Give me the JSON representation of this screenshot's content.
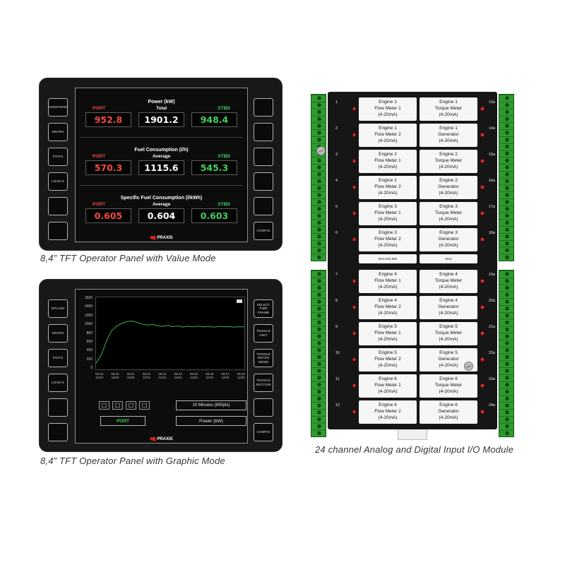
{
  "captions": {
    "panel_value": "8,4” TFT Operator Panel with Value Mode",
    "panel_graphic": "8,4” TFT Operator Panel with Graphic Mode",
    "io_module": "24 channel Analog and Digital Input I/O Module"
  },
  "value_panel": {
    "left_buttons": [
      "OVERVIEW",
      "GRAPH",
      "STATS",
      "LOAD-S",
      "",
      ""
    ],
    "right_buttons": [
      "",
      "",
      "",
      "",
      "",
      "CONFIG"
    ],
    "sections": [
      {
        "title": "Power (kW)",
        "cols": [
          "PORT",
          "Total",
          "STBD"
        ],
        "values": [
          "952.8",
          "1901.2",
          "948.4"
        ]
      },
      {
        "title": "Fuel Consumption (l/h)",
        "cols": [
          "PORT",
          "Average",
          "STBD"
        ],
        "values": [
          "570.3",
          "1115.6",
          "545.3"
        ]
      },
      {
        "title": "Specific Fuel Consumption (l/kWh)",
        "cols": [
          "PORT",
          "Average",
          "STBD"
        ],
        "values": [
          "0.605",
          "0.604",
          "0.603"
        ]
      }
    ],
    "logo": "PRAXIS"
  },
  "graphic_panel": {
    "left_buttons": [
      "SPLASH",
      "GRAPH",
      "STATS",
      "LOAD-S",
      "",
      ""
    ],
    "right_buttons": [
      "SELECT TIME FRAME",
      "TOGGLE UNIT",
      "TOGGLE GRAPH MODE",
      "TOGGLE SECTION",
      "",
      "CONFIG"
    ],
    "timeframe_label": "10 Minutes (600pts)",
    "source_label": "PORT",
    "unit_label": "Power (kW)",
    "logo": "PRAXIS"
  },
  "chart_data": {
    "type": "line",
    "title": "",
    "xlabel": "",
    "ylabel": "",
    "ylim": [
      0,
      1600
    ],
    "grid": false,
    "legend_position": "none",
    "yticks": [
      1600,
      1400,
      1200,
      1000,
      800,
      600,
      400,
      200,
      0
    ],
    "x": [
      {
        "time": "09:19",
        "date": "11/04"
      },
      {
        "time": "09:20",
        "date": "11/04"
      },
      {
        "time": "09:21",
        "date": "11/04"
      },
      {
        "time": "09:22",
        "date": "11/04"
      },
      {
        "time": "09:23",
        "date": "11/04"
      },
      {
        "time": "09:24",
        "date": "11/04"
      },
      {
        "time": "09:25",
        "date": "11/04"
      },
      {
        "time": "09:26",
        "date": "11/04"
      },
      {
        "time": "09:27",
        "date": "11/04"
      },
      {
        "time": "09:28",
        "date": "11/04"
      }
    ],
    "series": [
      {
        "name": "Power (kW)",
        "color": "#3fae4f",
        "values": [
          140,
          320,
          620,
          850,
          960,
          1020,
          1060,
          1075,
          1045,
          1005,
          985,
          1000,
          970,
          955,
          975,
          950,
          965,
          940,
          958,
          946,
          960,
          944,
          952,
          938,
          955,
          945,
          950,
          940,
          948,
          944
        ]
      }
    ]
  },
  "io_module": {
    "part_numbers": [
      "98.6.034.800",
      "X011"
    ],
    "rows": [
      {
        "lch": "1",
        "rch": "13a",
        "left": [
          "Engine 1",
          "Flow Meter 1",
          "(4-20mA)"
        ],
        "right": [
          "Engine 1",
          "Torque Meter",
          "(4-20mA)"
        ]
      },
      {
        "lch": "2",
        "rch": "14a",
        "left": [
          "Engine 1",
          "Flow Meter 2",
          "(4-20mA)"
        ],
        "right": [
          "Engine 1",
          "Generator",
          "(4-20mA)"
        ]
      },
      {
        "lch": "3",
        "rch": "15a",
        "left": [
          "Engine 2",
          "Flow Meter 1",
          "(4-20mA)"
        ],
        "right": [
          "Engine 2",
          "Torque Meter",
          "(4-20mA)"
        ]
      },
      {
        "lch": "4",
        "rch": "16a",
        "left": [
          "Engine 2",
          "Flow Meter 2",
          "(4-20mA)"
        ],
        "right": [
          "Engine 2",
          "Generator",
          "(4-20mA)"
        ]
      },
      {
        "lch": "5",
        "rch": "17a",
        "left": [
          "Engine 3",
          "Flow Meter 1",
          "(4-20mA)"
        ],
        "right": [
          "Engine 3",
          "Torque Meter",
          "(4-20mA)"
        ]
      },
      {
        "lch": "6",
        "rch": "18a",
        "left": [
          "Engine 3",
          "Flow Meter 2",
          "(4-20mA)"
        ],
        "right": [
          "Engine 3",
          "Generator",
          "(4-20mA)"
        ]
      },
      {
        "lch": "7",
        "rch": "19a",
        "left": [
          "Engine 4",
          "Flow Meter 1",
          "(4-20mA)"
        ],
        "right": [
          "Engine 4",
          "Torque Meter",
          "(4-20mA)"
        ]
      },
      {
        "lch": "8",
        "rch": "20a",
        "left": [
          "Engine 4",
          "Flow Meter 2",
          "(4-20mA)"
        ],
        "right": [
          "Engine 4",
          "Generator",
          "(4-20mA)"
        ]
      },
      {
        "lch": "9",
        "rch": "21a",
        "left": [
          "Engine 5",
          "Flow Meter 1",
          "(4-20mA)"
        ],
        "right": [
          "Engine 5",
          "Torque Meter",
          "(4-20mA)"
        ]
      },
      {
        "lch": "10",
        "rch": "22a",
        "left": [
          "Engine 5",
          "Flow Meter 2",
          "(4-20mA)"
        ],
        "right": [
          "Engine 5",
          "Generator",
          "(4-20mA)"
        ]
      },
      {
        "lch": "11",
        "rch": "23a",
        "left": [
          "Engine 6",
          "Flow Meter 1",
          "(4-20mA)"
        ],
        "right": [
          "Engine 6",
          "Torque Meter",
          "(4-20mA)"
        ]
      },
      {
        "lch": "12",
        "rch": "24a",
        "left": [
          "Engine 6",
          "Flow Meter 2",
          "(4-20mA)"
        ],
        "right": [
          "Engine 6",
          "Generator",
          "(4-20mA)"
        ]
      }
    ]
  }
}
